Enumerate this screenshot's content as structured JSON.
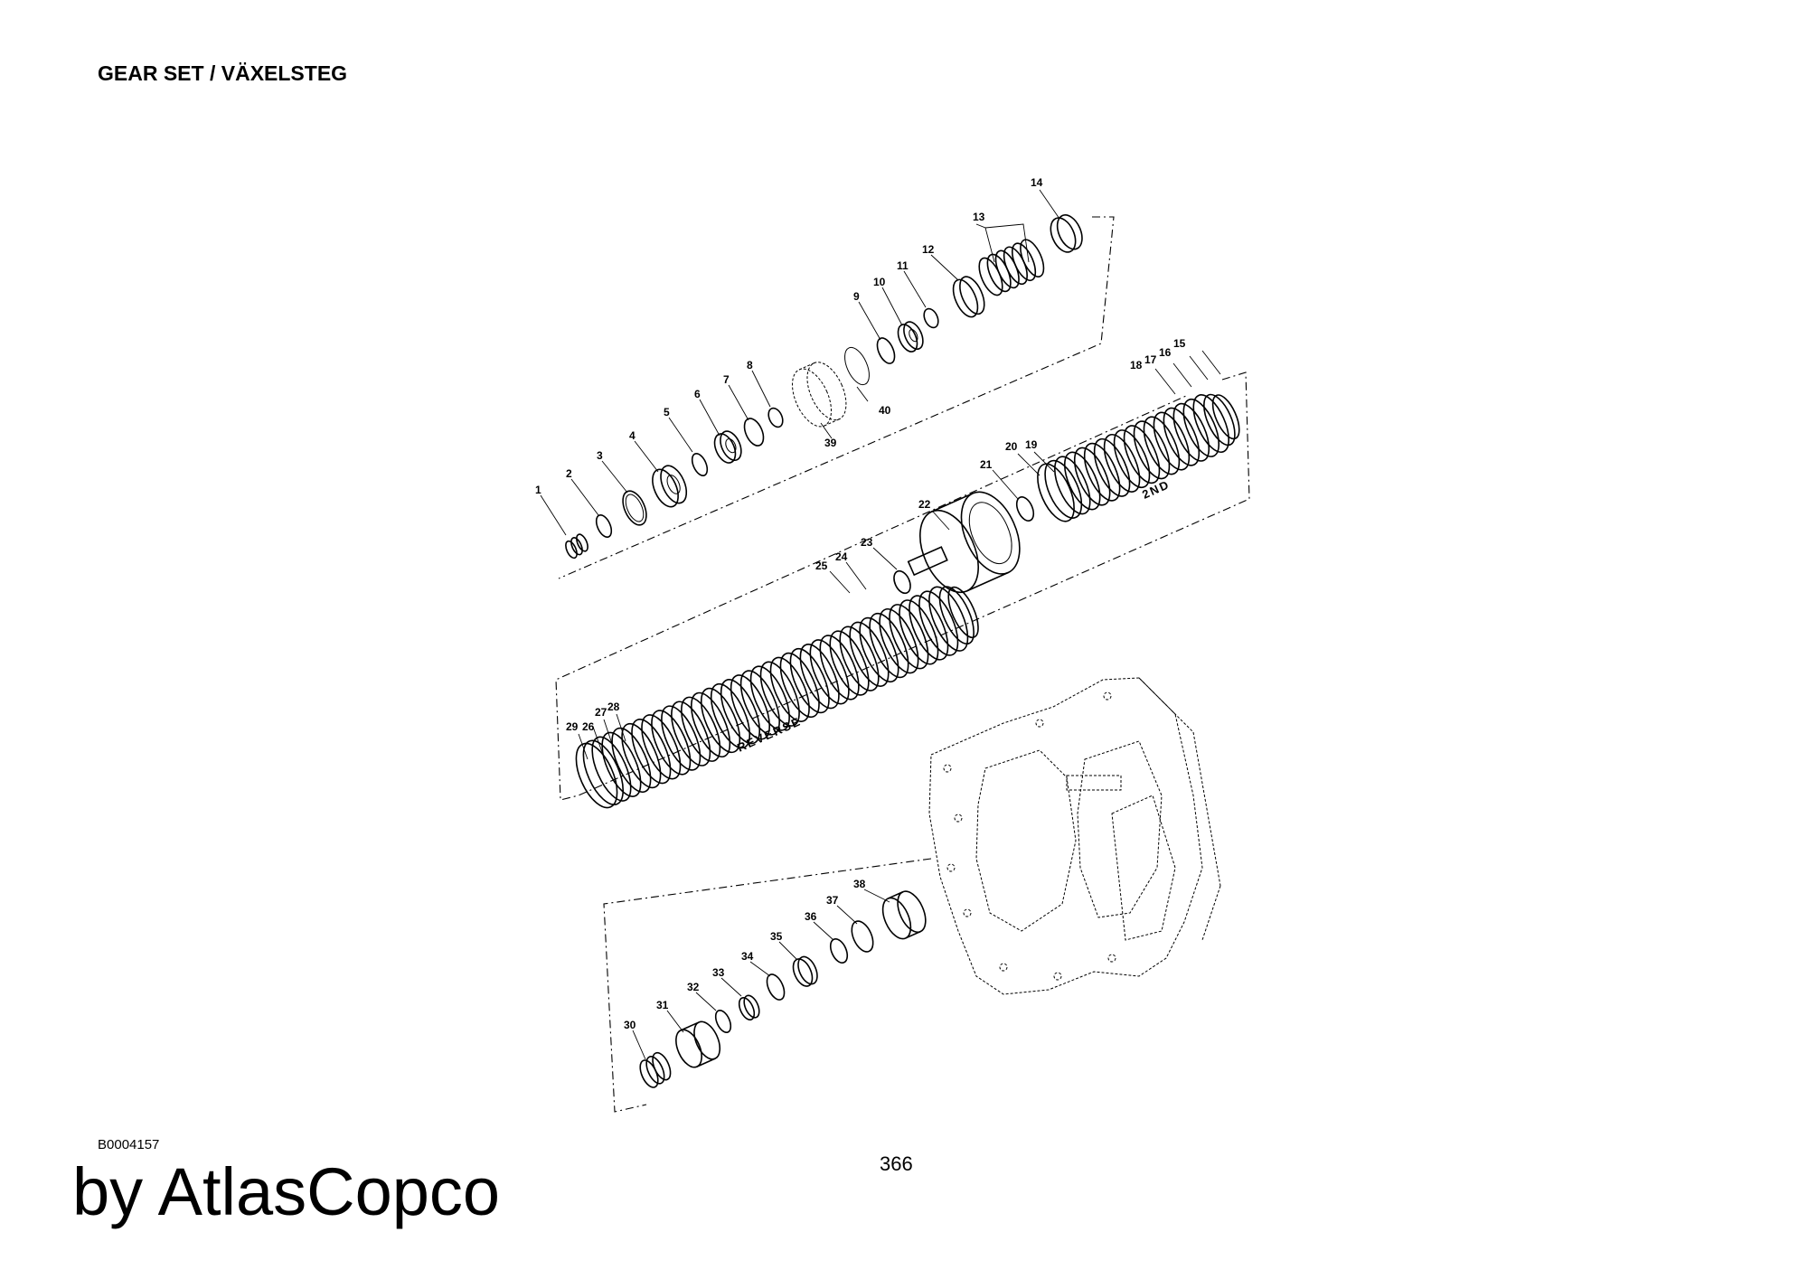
{
  "header": {
    "title": "GEAR SET / VÄXELSTEG"
  },
  "footer": {
    "doc_id": "B0004157",
    "page_number": "366",
    "brand": "by AtlasCopco"
  },
  "diagram": {
    "group_labels": {
      "reverse": "REVERSE",
      "second": "2ND"
    },
    "callouts": [
      "1",
      "2",
      "3",
      "4",
      "5",
      "6",
      "7",
      "8",
      "9",
      "10",
      "11",
      "12",
      "13",
      "14",
      "15",
      "16",
      "17",
      "18",
      "19",
      "20",
      "21",
      "22",
      "23",
      "24",
      "25",
      "26",
      "27",
      "28",
      "29",
      "30",
      "31",
      "32",
      "33",
      "34",
      "35",
      "36",
      "37",
      "38",
      "39",
      "40"
    ]
  }
}
